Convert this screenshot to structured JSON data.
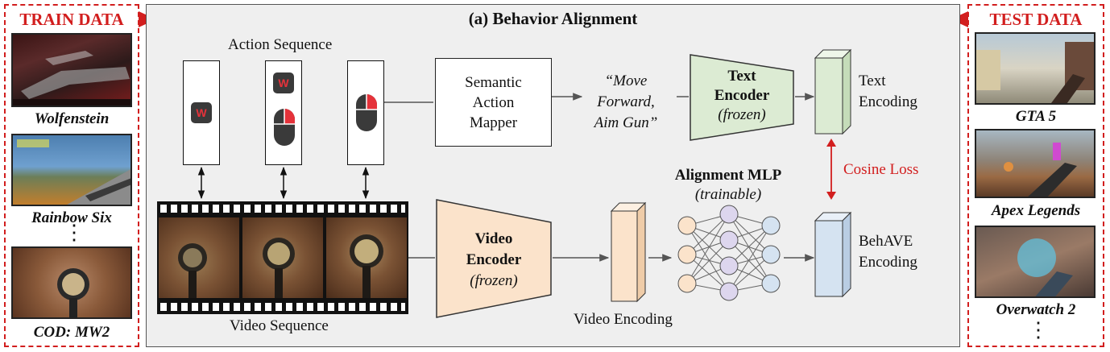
{
  "train": {
    "title": "TRAIN DATA",
    "games": [
      "Wolfenstein",
      "Rainbow Six",
      "COD: MW2"
    ],
    "ellipsis": "⋮"
  },
  "test": {
    "title": "TEST DATA",
    "games": [
      "GTA 5",
      "Apex Legends",
      "Overwatch 2"
    ],
    "ellipsis": "⋮"
  },
  "main": {
    "title": "(a) Behavior Alignment",
    "action_sequence_label": "Action Sequence",
    "video_sequence_label": "Video Sequence",
    "key_label": "W",
    "mapper": [
      "Semantic",
      "Action",
      "Mapper"
    ],
    "quote": [
      "“Move",
      "Forward,",
      "Aim Gun”"
    ],
    "text_encoder": {
      "name_line1": "Text",
      "name_line2": "Encoder",
      "status": "(frozen)"
    },
    "video_encoder": {
      "name_line1": "Video",
      "name_line2": "Encoder",
      "status": "(frozen)"
    },
    "text_encoding_label": [
      "Text",
      "Encoding"
    ],
    "video_encoding_label": "Video Encoding",
    "mlp_title": "Alignment MLP",
    "mlp_status": "(trainable)",
    "cosine_loss": "Cosine Loss",
    "behave_label": [
      "BehAVE",
      "Encoding"
    ]
  },
  "colors": {
    "accent_red": "#d21e1e",
    "text_encoder_fill": "#dcebd3",
    "video_encoder_fill": "#fbe3cb",
    "text_encoding_fill": "#dcebd3",
    "video_encoding_fill": "#fbe3cb",
    "behave_fill": "#d5e3f1",
    "mlp_input": "#fbe3cb",
    "mlp_hidden": "#ddd6ee",
    "mlp_output": "#d5e3f1"
  }
}
